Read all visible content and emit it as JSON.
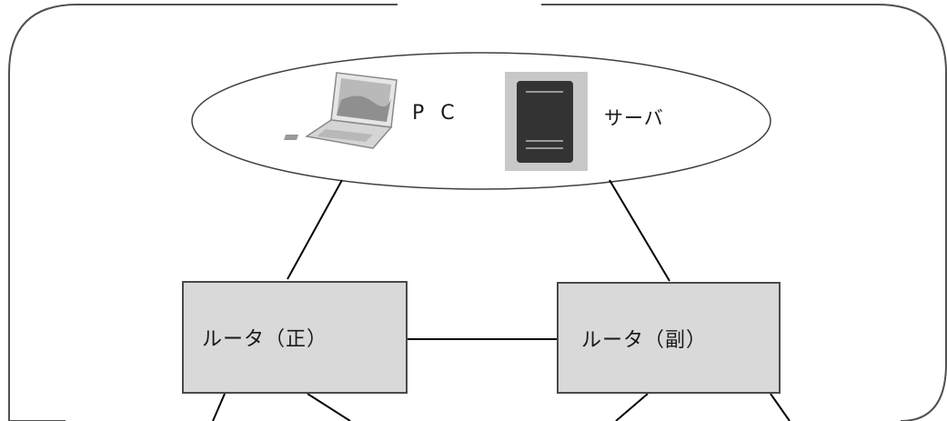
{
  "diagram": {
    "nodes": {
      "pc": {
        "label": "PC",
        "icon": "laptop-icon"
      },
      "server": {
        "label": "サーバ",
        "icon": "server-icon"
      },
      "router_main": {
        "label": "ルータ（正）"
      },
      "router_sub": {
        "label": "ルータ（副）"
      }
    },
    "edges": [
      {
        "from": "pc-group",
        "to": "router_main"
      },
      {
        "from": "pc-group",
        "to": "router_sub"
      },
      {
        "from": "router_main",
        "to": "router_sub"
      },
      {
        "from": "router_main",
        "to": "below-left-1"
      },
      {
        "from": "router_main",
        "to": "below-left-2"
      },
      {
        "from": "router_sub",
        "to": "below-right-1"
      },
      {
        "from": "router_sub",
        "to": "below-right-2"
      }
    ],
    "colors": {
      "node_fill": "#d9d9d9",
      "node_border": "#4a4a4a",
      "line": "#000000",
      "server_panel": "#c8c8c8",
      "server_body": "#333333"
    }
  }
}
